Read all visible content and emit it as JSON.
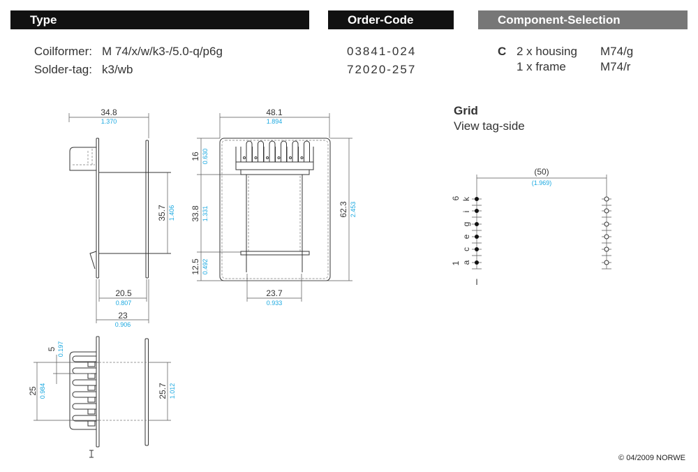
{
  "headers": {
    "type": "Type",
    "order_code": "Order-Code",
    "component_selection": "Component-Selection"
  },
  "type_rows": [
    {
      "label": "Coilformer:",
      "value": "M 74/x/w/k3-/5.0-q/p6g",
      "code": "03841-024"
    },
    {
      "label": "Solder-tag:",
      "value": "k3/wb",
      "code": "72020-257"
    }
  ],
  "components": {
    "letter": "C",
    "items": [
      {
        "qty": "2 x housing",
        "part": "M74/g"
      },
      {
        "qty": "1 x frame",
        "part": "M74/r"
      }
    ]
  },
  "dims": {
    "side_width": {
      "mm": "34.8",
      "in": "1.370"
    },
    "side_core": {
      "mm": "35.7",
      "in": "1.406"
    },
    "side_inner": {
      "mm": "20.5",
      "in": "0.807"
    },
    "side_overall": {
      "mm": "23",
      "in": "0.906"
    },
    "front_width": {
      "mm": "48.1",
      "in": "1.894"
    },
    "front_tag": {
      "mm": "16",
      "in": "0.630"
    },
    "front_mid": {
      "mm": "33.8",
      "in": "1.331"
    },
    "front_bottom": {
      "mm": "12.5",
      "in": "0.492"
    },
    "front_height": {
      "mm": "62.3",
      "in": "2.453"
    },
    "front_core": {
      "mm": "23.7",
      "in": "0.933"
    },
    "bottom_pitch": {
      "mm": "5",
      "in": "0.197"
    },
    "bottom_pins": {
      "mm": "25",
      "in": "0.984"
    },
    "bottom_core": {
      "mm": "25.7",
      "in": "1.012"
    }
  },
  "grid": {
    "title": "Grid",
    "subtitle": "View tag-side",
    "spacing": {
      "mm": "(50)",
      "in": "(1.969)"
    },
    "pin_first": "1",
    "pin_last": "6",
    "letters": [
      "k",
      "i",
      "g",
      "e",
      "c",
      "a"
    ],
    "marker": "I"
  },
  "copyright": "© 04/2009 NORWE"
}
